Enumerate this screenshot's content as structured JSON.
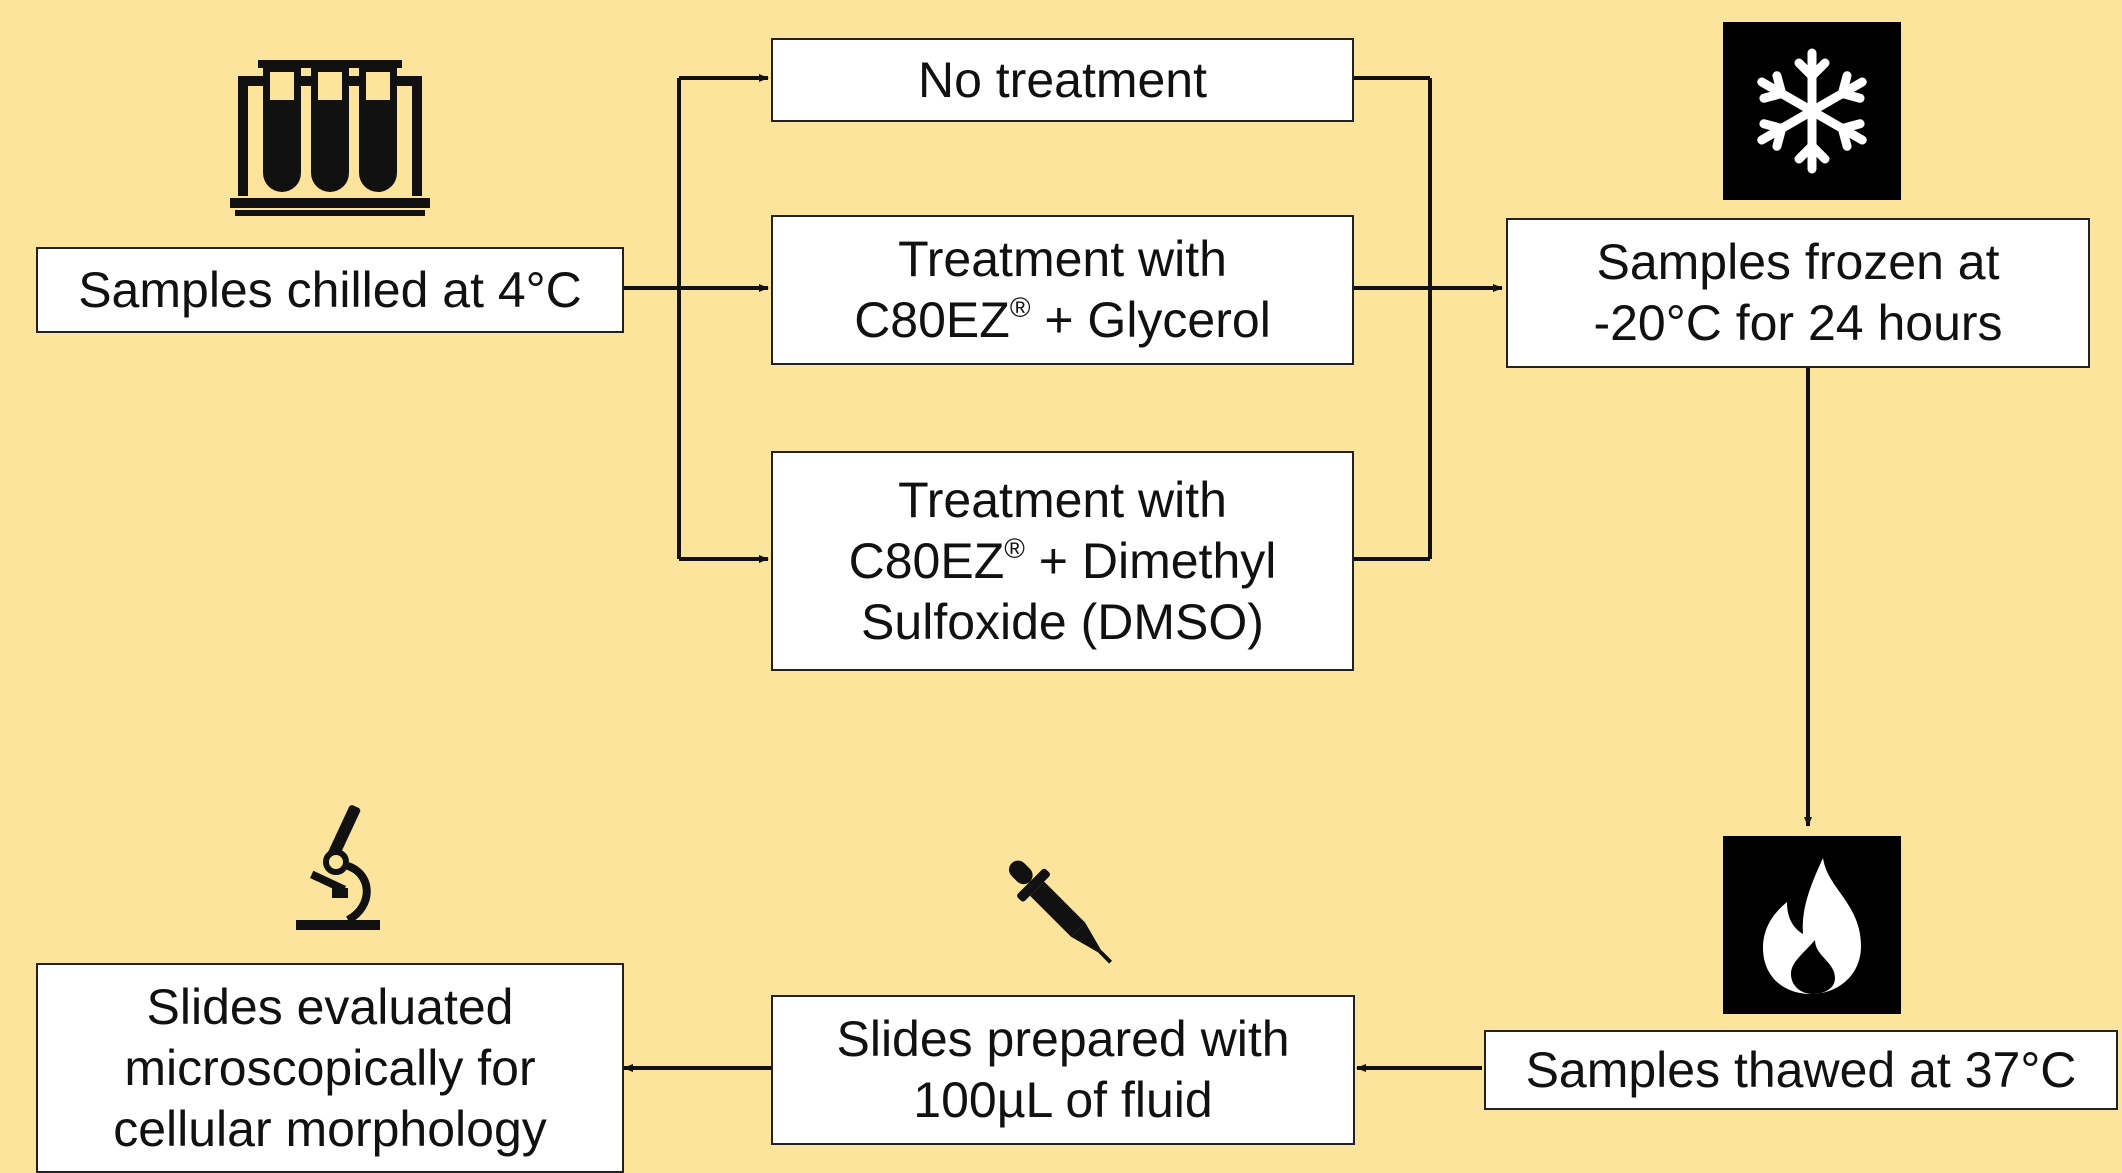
{
  "colors": {
    "background": "#fde49c",
    "box": "#ffffff",
    "line": "#111111"
  },
  "steps": {
    "chilled": {
      "label": "Samples chilled at 4°C"
    },
    "no_treatment": {
      "label": "No treatment"
    },
    "glycerol": {
      "line1": "Treatment with",
      "line2_prefix": "C80EZ",
      "reg": "®",
      "line2_suffix": " + Glycerol"
    },
    "dmso": {
      "line1": "Treatment with",
      "line2_prefix": "C80EZ",
      "reg": "®",
      "line2_suffix": " + Dimethyl",
      "line3": "Sulfoxide (DMSO)"
    },
    "frozen": {
      "line1": "Samples frozen at",
      "line2": "-20°C for 24 hours"
    },
    "thawed": {
      "label": "Samples thawed at 37°C"
    },
    "prepared": {
      "line1": "Slides prepared with",
      "line2": "100µL of fluid"
    },
    "evaluated": {
      "line1": "Slides evaluated",
      "line2": "microscopically for",
      "line3": "cellular morphology"
    }
  },
  "icons": [
    "test-tubes-icon",
    "snowflake-icon",
    "flame-icon",
    "pipette-icon",
    "microscope-icon"
  ]
}
